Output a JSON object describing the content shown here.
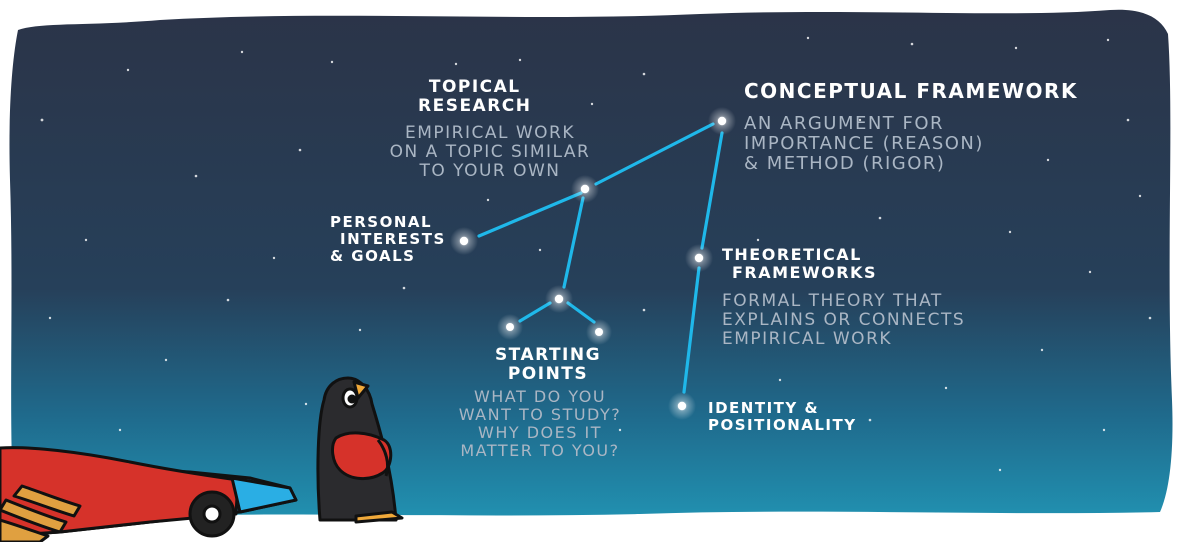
{
  "colors": {
    "sky_top": "#2b3448",
    "sky_bottom": "#2190b0",
    "link": "#1fb8ea",
    "star": "#ffffff",
    "title_text": "#ffffff",
    "description_text": "#aab6c4"
  },
  "icons": [
    "sled-illustration",
    "penguin-illustration",
    "star-icon"
  ],
  "nodes": {
    "topical_research": {
      "title": [
        "Topical",
        "Research"
      ],
      "description": [
        "Empirical work",
        "on a topic similar",
        "to your own"
      ]
    },
    "conceptual_framework": {
      "title": [
        "Conceptual Framework"
      ],
      "description": [
        "An argument for",
        "importance (reason)",
        "& method (rigor)"
      ]
    },
    "personal_interests": {
      "title": [
        "Personal",
        "Interests",
        "& Goals"
      ]
    },
    "theoretical_frameworks": {
      "title": [
        "Theoretical",
        "Frameworks"
      ],
      "description": [
        "Formal theory that",
        "explains or connects",
        "empirical work"
      ]
    },
    "starting_points": {
      "title": [
        "Starting",
        "Points"
      ],
      "description": [
        "What do you",
        "want to study?",
        "Why does it",
        "matter to you?"
      ]
    },
    "identity_positionality": {
      "title": [
        "Identity &",
        "Positionality"
      ]
    }
  }
}
